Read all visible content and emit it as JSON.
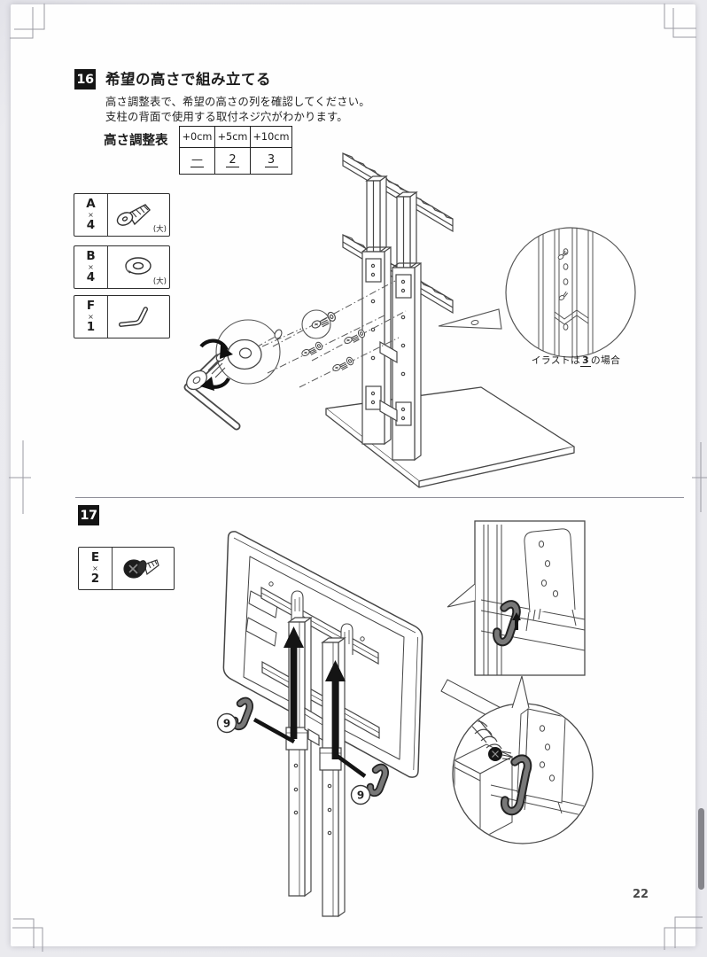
{
  "page": {
    "number": "22"
  },
  "step16": {
    "badge": "16",
    "title": "希望の高さで組み立てる",
    "description_line1": "高さ調整表で、希望の高さの列を確認してください。",
    "description_line2": "支柱の背面で使用する取付ネジ穴がわかります。",
    "table_label": "高さ調整表",
    "table": {
      "headers": [
        "+0cm",
        "+5cm",
        "+10cm"
      ],
      "values": [
        "—",
        "2",
        "3"
      ]
    },
    "parts": [
      {
        "letter": "A",
        "times": "×",
        "count": "4",
        "note": "(大)",
        "icon": "flat-head-screw-icon"
      },
      {
        "letter": "B",
        "times": "×",
        "count": "4",
        "note": "(大)",
        "icon": "washer-icon"
      },
      {
        "letter": "F",
        "times": "×",
        "count": "1",
        "note": "",
        "icon": "hex-key-icon"
      }
    ],
    "callout": {
      "prefix": "イラストは",
      "value": "3",
      "suffix": "の場合"
    }
  },
  "step17": {
    "badge": "17",
    "parts": [
      {
        "letter": "E",
        "times": "×",
        "count": "2",
        "note": "",
        "icon": "thumb-screw-icon"
      }
    ],
    "callout_labels": [
      "9",
      "9"
    ]
  }
}
